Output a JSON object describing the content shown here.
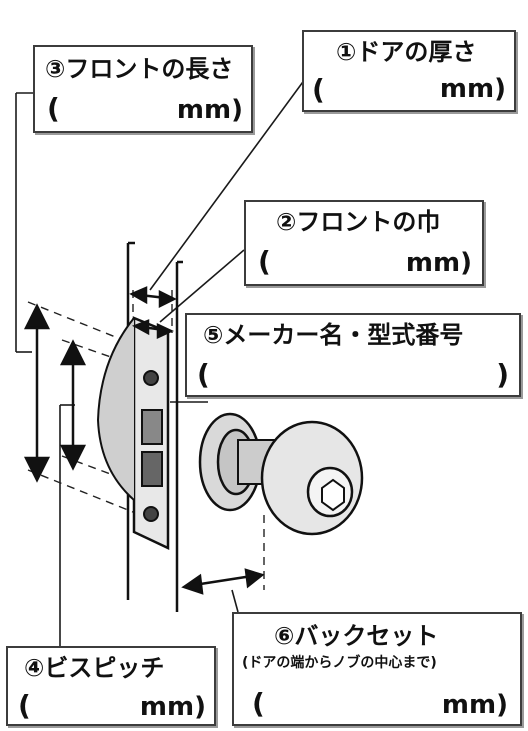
{
  "labels": {
    "door_thickness": {
      "title": "①ドアの厚さ",
      "open": "(",
      "unit": "mm)"
    },
    "front_length": {
      "title": "③フロントの長さ",
      "open": "(",
      "unit": "mm)"
    },
    "front_width": {
      "title": "②フロントの巾",
      "open": "(",
      "unit": "mm)"
    },
    "maker_model": {
      "title": "⑤メーカー名・型式番号",
      "open": "(",
      "close": ")"
    },
    "screw_pitch": {
      "title": "④ビスピッチ",
      "open": "(",
      "unit": "mm)"
    },
    "backset": {
      "title": "⑥バックセット",
      "note": "(ドアの端からノブの中心まで)",
      "open": "(",
      "unit": "mm)"
    }
  }
}
